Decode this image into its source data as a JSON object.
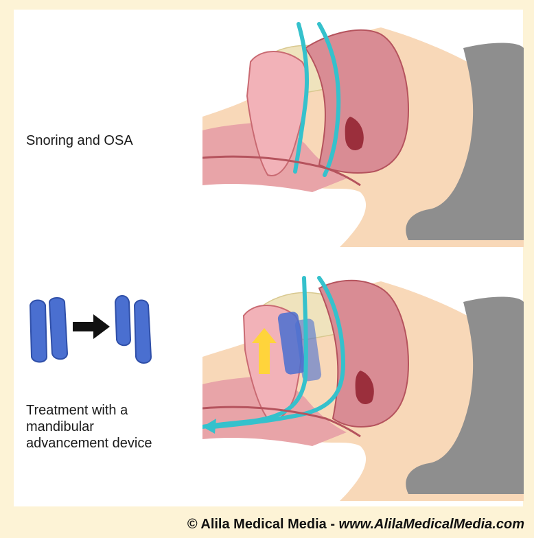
{
  "labels": {
    "top": "Snoring and OSA",
    "bottom": [
      "Treatment with a",
      "mandibular",
      "advancement device"
    ]
  },
  "credit": {
    "prefix": "© Alila Medical Media - ",
    "url": "www.AlilaMedicalMedia.com"
  },
  "colors": {
    "background": "#fdf3d6",
    "panel": "#ffffff",
    "skin": "#f8d8b8",
    "hair": "#8e8e8e",
    "tissue": "#e8a4a8",
    "tissue_dark": "#c96a72",
    "bone": "#efe3bd",
    "airflow": "#35c1cc",
    "device": "#4a6fd0",
    "arrow_lift": "#ffd43b"
  },
  "icons": [
    "device-before-icon",
    "device-after-icon",
    "transition-arrow-icon",
    "lift-arrow-icon"
  ]
}
